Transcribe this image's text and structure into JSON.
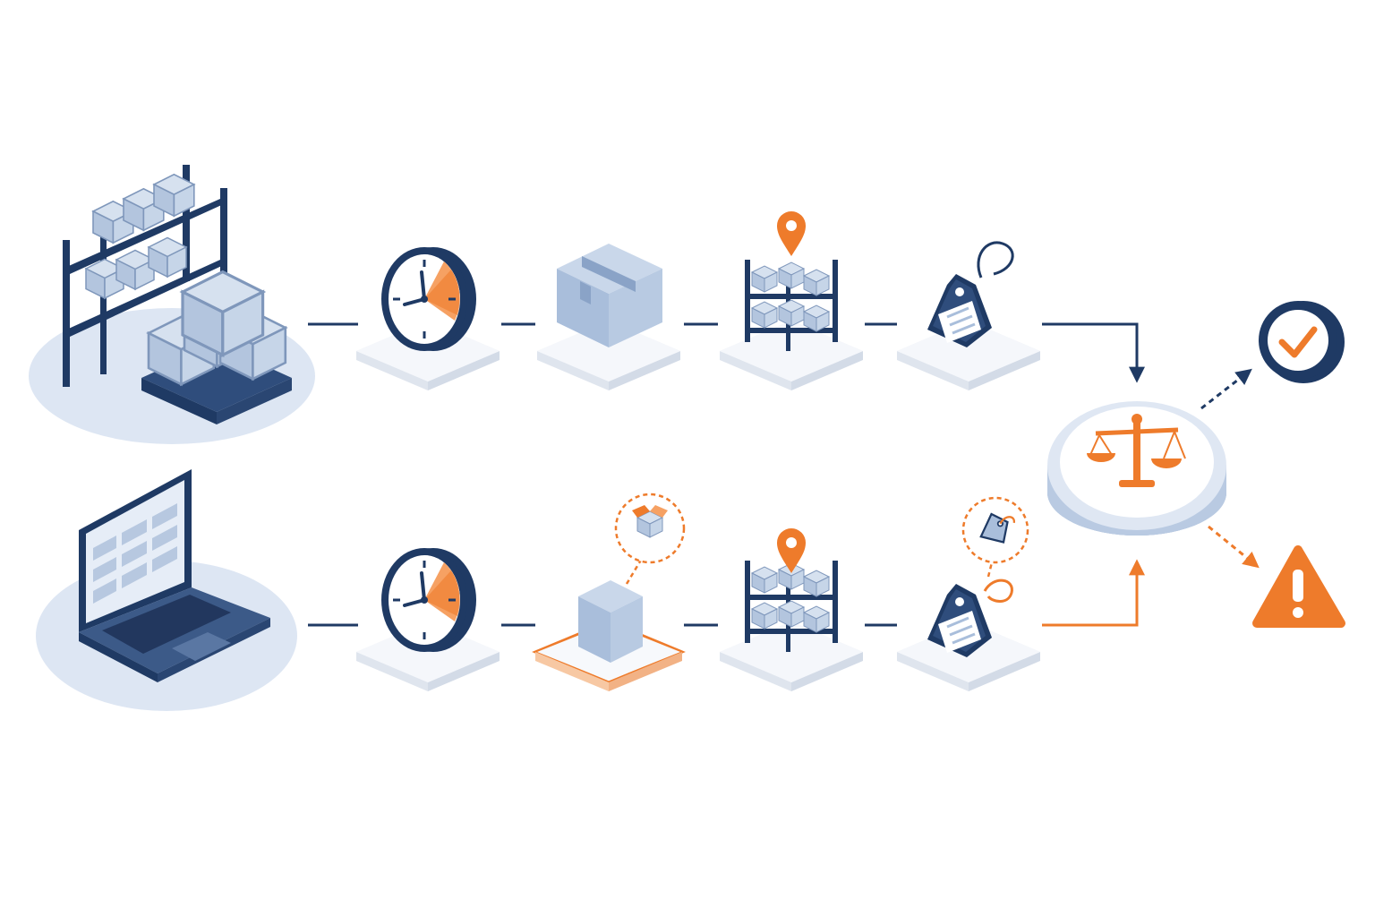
{
  "diagram": {
    "rows": [
      {
        "id": "physical",
        "source": "warehouse-shelving",
        "steps": [
          "clock",
          "box",
          "shelf-with-location-pin",
          "price-tag"
        ],
        "connector": "solid-navy-arrow"
      },
      {
        "id": "digital",
        "source": "laptop-inventory-grid",
        "steps": [
          "clock",
          "box-highlighted",
          "shelf-with-location-pin",
          "price-tag"
        ],
        "callouts": [
          "open-box-icon",
          "tag-icon"
        ],
        "connector": "solid-orange-arrow"
      }
    ],
    "comparator": "balance-scale",
    "outcomes": [
      {
        "icon": "check-circle",
        "line": "dotted-navy"
      },
      {
        "icon": "warning-triangle",
        "line": "dotted-orange"
      }
    ]
  },
  "colors": {
    "navy": "#1f3a64",
    "box_blue": "#a9bedb",
    "box_light": "#c9d7ea",
    "platform_bg": "#dde6f3",
    "tile": "#f3f5f9",
    "orange": "#ee7b2b",
    "background": "#ffffff"
  }
}
